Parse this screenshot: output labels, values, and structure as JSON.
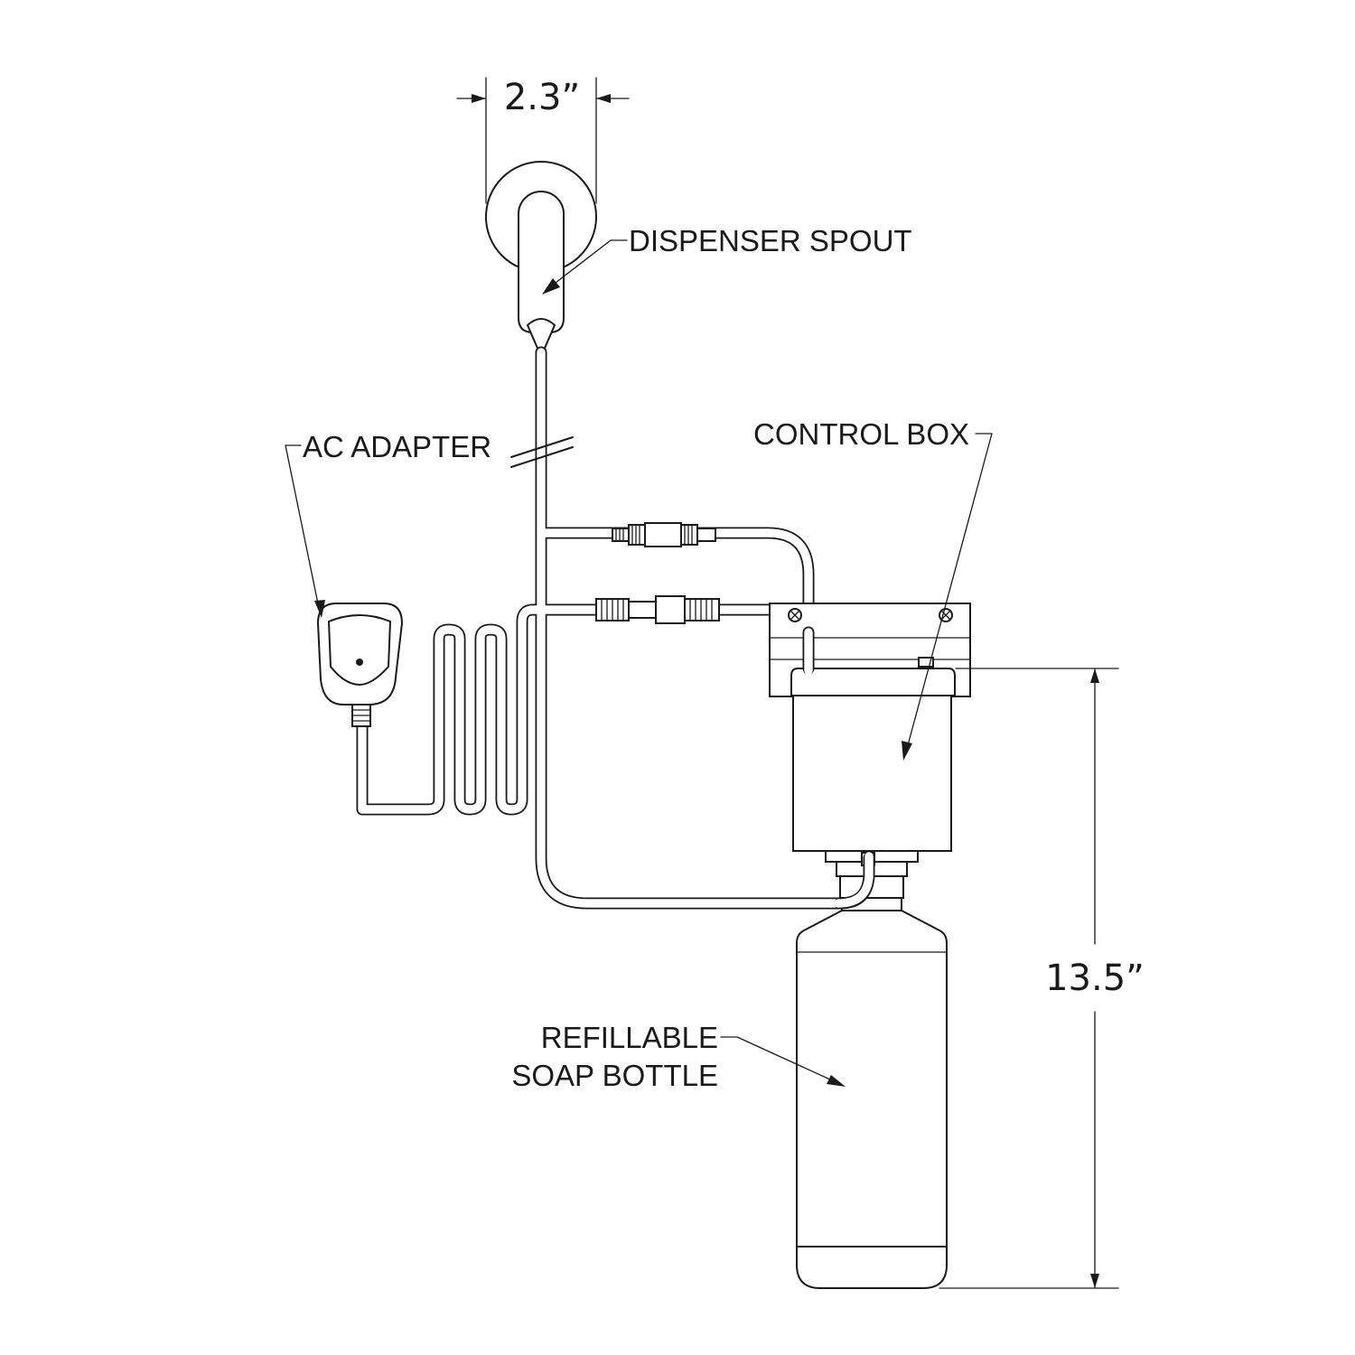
{
  "diagram": {
    "labels": {
      "dispenser_spout": "DISPENSER SPOUT",
      "ac_adapter": "AC ADAPTER",
      "control_box": "CONTROL BOX",
      "soap_bottle_line1": "REFILLABLE",
      "soap_bottle_line2": "SOAP BOTTLE"
    },
    "dimensions": {
      "spout_width": "2.3”",
      "overall_height": "13.5”"
    }
  }
}
